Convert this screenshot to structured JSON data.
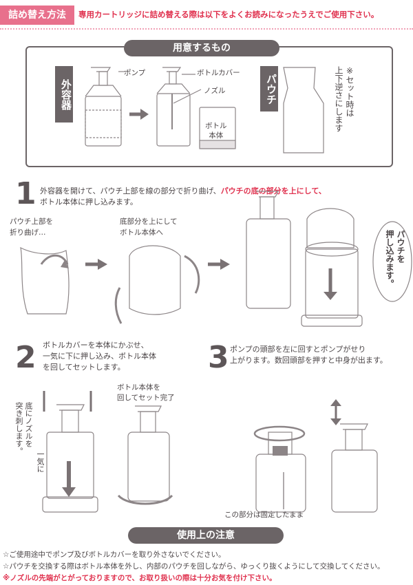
{
  "header": {
    "tag": "詰め替え方法",
    "text": "専用カートリッジに詰め替える際は以下をよくお読みになったうえでご使用下さい。"
  },
  "prep": {
    "title": "用意するもの",
    "outer_label": "外容器",
    "pump_label": "ポンプ",
    "cover_label": "ボトルカバー",
    "nozzle_label": "ノズル",
    "body_label": "ボトル\n本体",
    "pouch_label": "パウチ",
    "set_note": "※セット時は\n上下逆さにします"
  },
  "steps": [
    {
      "number": "1",
      "text_before": "外容器を開けて、パウチ上部を線の部分で折り曲げ、",
      "text_red": "パウチの底の部分を上にして、",
      "text_after": "ボトル本体に押し込みます。",
      "caption_fold": "パウチ上部を\n折り曲げ…",
      "caption_bottom": "底部分を上にして\nボトル本体へ",
      "balloon": "パウチを\n押し込みます。"
    },
    {
      "number": "2",
      "text": "ボトルカバーを本体にかぶせ、\n一気に下に押し込み、ボトル本体\nを回してセットします。",
      "side_note": "底にノズルを\n突き刺します。",
      "side_note2": "一気に",
      "caption_set": "ボトル本体を\n回してセット完了"
    },
    {
      "number": "3",
      "text": "ポンプの頭部を左に回すとポンプがせり\n上がります。数回頭部を押すと中身が出ます。",
      "fixed_note": "この部分は固定したまま"
    }
  ],
  "notes": {
    "title": "使用上の注意",
    "line1": "☆ご使用途中でポンプ及びボトルカバーを取り外さないでください。",
    "line2": "☆パウチを交換する際はボトル本体を外し、内部のパウチを回しながら、ゆっくり抜くようにして交換してください。",
    "line3": "※ノズルの先端がとがっておりますので、お取り扱いの際は十分お気を付け下さい。"
  },
  "colors": {
    "accent": "#e8708c",
    "accent_text": "#e0324f",
    "dark": "#6b6466"
  }
}
